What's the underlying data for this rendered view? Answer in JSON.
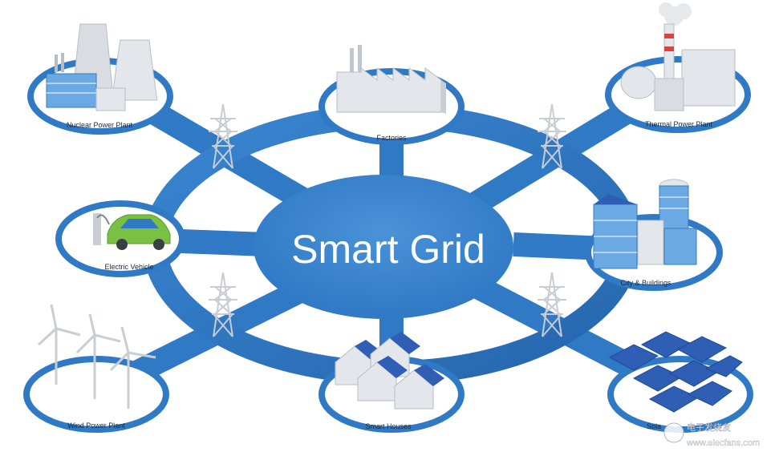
{
  "colors": {
    "ring": "#2f79c5",
    "ring_dark": "#2566ad",
    "center": "#3c86cf",
    "node_fill": "#ffffff",
    "node_border": "#2f79c5",
    "label": "#1e2a3a",
    "building_blue": "#6aa9e3",
    "building_grey": "#d9dde2",
    "car_green": "#7ac143",
    "solar_blue": "#2f5fb5"
  },
  "diagram": {
    "title": "Smart Grid",
    "nodes": [
      {
        "id": "nuclear",
        "label": "Nuclear Power Plant",
        "icon": "nuclear-plant-icon"
      },
      {
        "id": "factories",
        "label": "Factories",
        "icon": "factory-icon"
      },
      {
        "id": "thermal",
        "label": "Thermal Power Plant",
        "icon": "thermal-plant-icon"
      },
      {
        "id": "ev",
        "label": "Electric Vehicle",
        "icon": "electric-car-icon"
      },
      {
        "id": "city",
        "label": "City & Buildings",
        "icon": "city-buildings-icon"
      },
      {
        "id": "wind",
        "label": "Wind Power Plant",
        "icon": "wind-turbine-icon"
      },
      {
        "id": "houses",
        "label": "Smart Houses",
        "icon": "smart-house-icon"
      },
      {
        "id": "solar",
        "label": "Sola",
        "icon": "solar-panel-icon"
      }
    ]
  },
  "watermark": {
    "logo": "电子发烧友",
    "url": "www.elecfans.com"
  }
}
